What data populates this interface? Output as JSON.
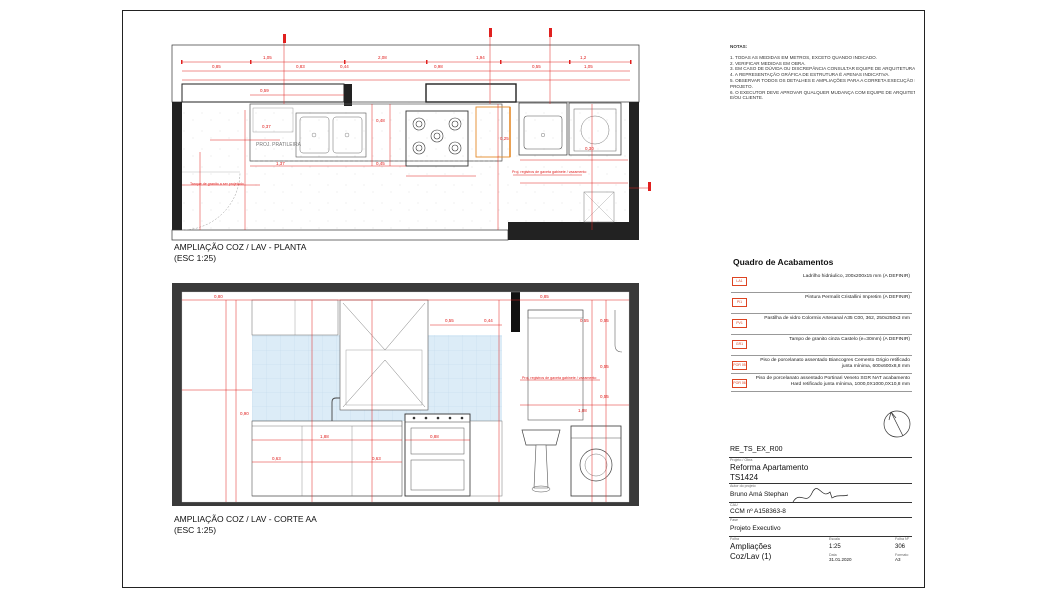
{
  "plan_title": {
    "line1": "AMPLIAÇÃO COZ / LAV - PLANTA",
    "line2": "(ESC 1:25)"
  },
  "section_title": {
    "line1": "AMPLIAÇÃO COZ / LAV - CORTE AA",
    "line2": "(ESC 1:25)"
  },
  "plan_labels": {
    "dims_top": [
      "1,05",
      "2,08",
      "1,94",
      "1,2",
      "0,85",
      "0,83",
      "0,44",
      "0,98",
      "0,55",
      "1,05"
    ],
    "pratileira": "PROJ. PRATILEIRA",
    "note_a": "Tanque de granito a ser projetado",
    "note_b": "Proj. registros de gaveta gabinete / vazamento",
    "dims_misc": [
      "0,37",
      "0,59",
      "0,48",
      "0,45",
      "1,37",
      "0,25",
      "0,30"
    ]
  },
  "section_labels": {
    "dims_top": [
      "0,80",
      "0,55",
      "0,44",
      "0,85",
      "0,55",
      "0,55"
    ],
    "dims_mid": [
      "1,88",
      "0,63",
      "0,63",
      "0,88",
      "0,55",
      "0,55",
      "1,08",
      "0,90"
    ],
    "note": "Proj. registros de gaveta gabinete / vazamento"
  },
  "notes": {
    "header": "NOTAS:",
    "items": [
      "1. TODAS AS MEDIDAS EM METROS, EXCETO QUANDO INDICADO.",
      "2. VERIFICAR MEDIDAS EM OBRA.",
      "3. EM CASO DE DÚVIDA OU DISCREPÂNCIA CONSULTAR EQUIPE DE ARQUITETURA.",
      "4. A REPRESENTAÇÃO GRÁFICA DE ESTRUTURA É APENAS INDICATIVA.",
      "5. OBSERVAR TODOS OS DETALHES E AMPLIAÇÕES PARA A CORRETA EXECUÇÃO DO",
      "PROJETO.",
      "6. O EXECUTOR DEVE APROVAR QUALQUER MUDANÇA COM EQUIPE DE ARQUITETURA",
      "E/OU CLIENTE."
    ]
  },
  "finishes": {
    "title": "Quadro de Acabamentos",
    "rows": [
      {
        "code": "LA1",
        "desc": "Ladrilho hidráulico, 200x200x15 mm (A DEFINIR)"
      },
      {
        "code": "PI1",
        "desc": "Pintura Permalit Cristallini Impretim (A DEFINIR)"
      },
      {
        "code": "PV1",
        "desc": "Pastilha de vidro Colormix Artesanal A35 C00, 362, 250x250x3 mm"
      },
      {
        "code": "GR1",
        "desc": "Tampo de granito cinza Castelo (e=30mm) (A DEFINIR)"
      },
      {
        "code": "POR 05",
        "desc": "Piso de porcelanato assentado Biancogres Cemento Grigio retificado junta mínima, 600x600x8,8 mm"
      },
      {
        "code": "POR 06",
        "desc": "Piso de porcelanato assentado Portinari Veneto SGR NAT acabamento Hard retificado junta mínima, 1000,0X1000,0X10,8 mm"
      }
    ]
  },
  "title_block": {
    "code": "RE_TS_EX_R00",
    "project_cap": "Projeto / Obra",
    "project": "Reforma Apartamento",
    "project_code": "TS1424",
    "author_cap": "Autor do projeto",
    "author": "Bruno Amá Stephan",
    "cau_cap": "CAU",
    "ccm": "CCM nº A158363-8",
    "phase_cap": "Fase",
    "phase": "Projeto Executivo",
    "sheet_cap": "Folha",
    "sheet_title_1": "Ampliações",
    "sheet_title_2": "Coz/Lav (1)",
    "scale_cap": "Escala",
    "scale": "1:25",
    "date_cap": "Data",
    "date": "31.01.2020",
    "sheetno_cap": "Folha Nº",
    "sheetno": "306",
    "format_cap": "Formato",
    "format": "A3"
  }
}
